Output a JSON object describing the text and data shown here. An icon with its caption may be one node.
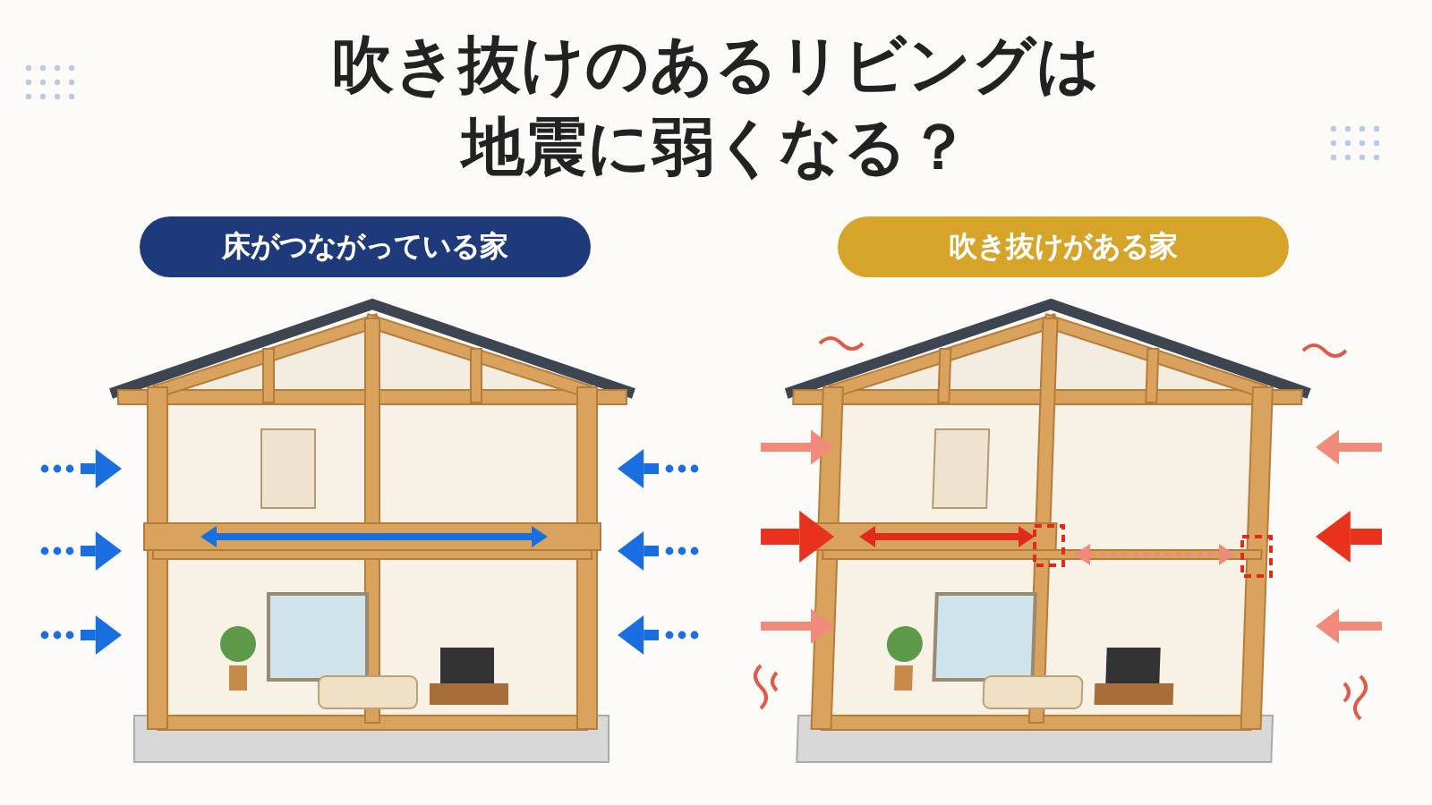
{
  "diagram": {
    "title": "吹き抜けのあるリビングは地震に弱くなる？",
    "nodes": [
      {
        "text": [
          "床がつながっている家"
        ]
      },
      {
        "text": [
          "吹き抜けがある家"
        ]
      }
    ]
  }
}
